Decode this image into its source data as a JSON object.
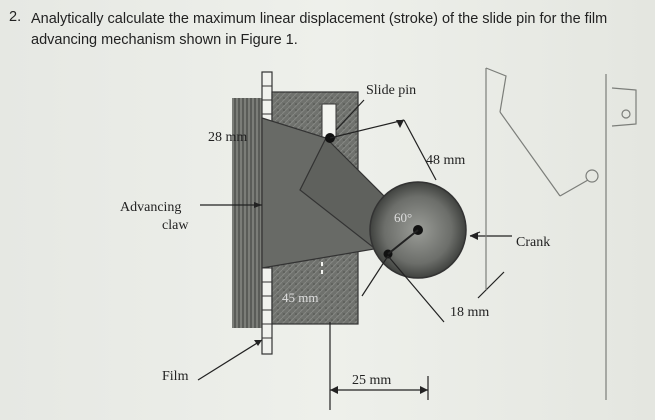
{
  "question": {
    "number": "2.",
    "text": "Analytically calculate the maximum linear displacement (stroke) of the slide pin for the film advancing mechanism shown in Figure 1."
  },
  "figure": {
    "labels": {
      "slide_pin": "Slide pin",
      "advancing": "Advancing",
      "claw": "claw",
      "crank": "Crank",
      "film": "Film"
    },
    "dimensions": {
      "d28": "28 mm",
      "d48": "48 mm",
      "d60": "60°",
      "d45": "45 mm",
      "d18": "18 mm",
      "d25": "25 mm"
    }
  }
}
